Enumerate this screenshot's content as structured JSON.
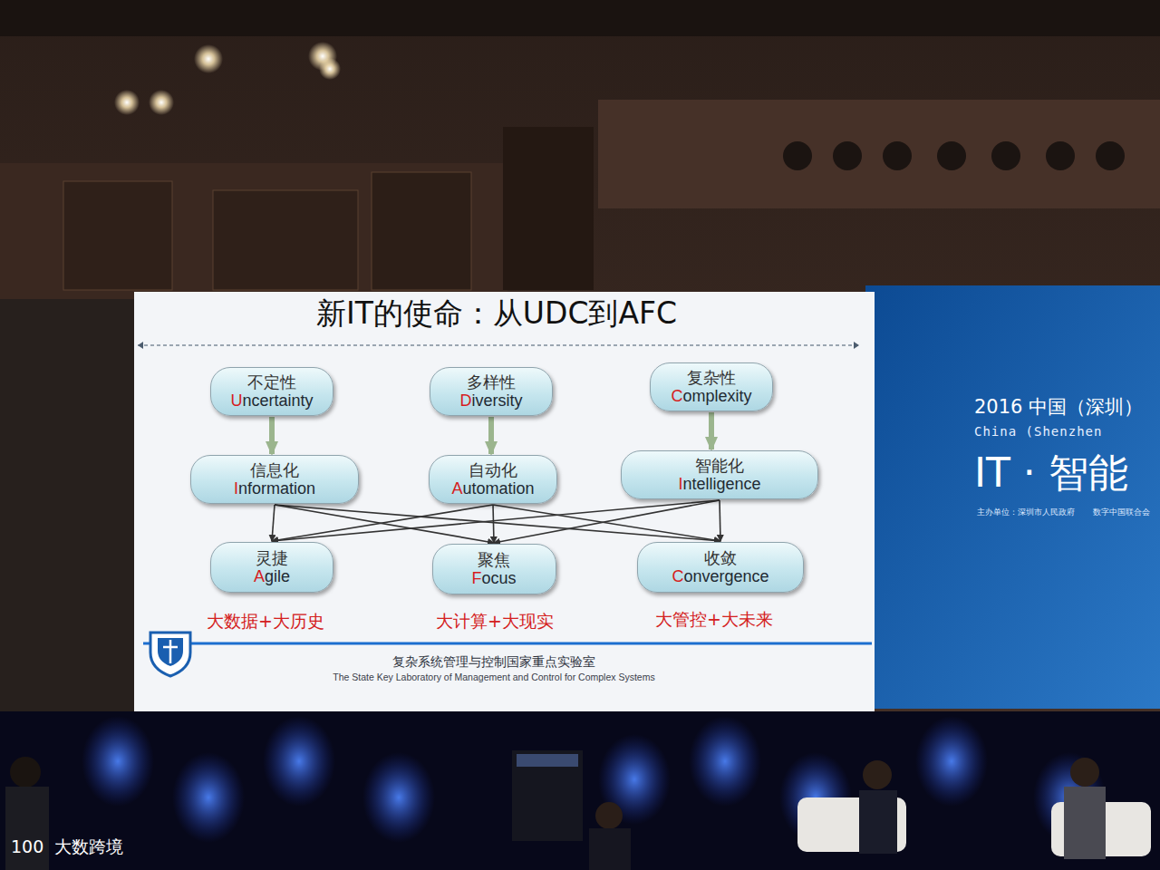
{
  "diagram": {
    "title": "新IT的使命：从UDC到AFC",
    "nodes": [
      {
        "text": [
          "不定性",
          "Uncertainty"
        ]
      },
      {
        "text": [
          "多样性",
          "Diversity"
        ]
      },
      {
        "text": [
          "复杂性",
          "Complexity"
        ]
      },
      {
        "text": [
          "信息化",
          "Information"
        ]
      },
      {
        "text": [
          "自动化",
          "Automation"
        ]
      },
      {
        "text": [
          "智能化",
          "Intelligence"
        ]
      },
      {
        "text": [
          "灵捷",
          "Agile"
        ]
      },
      {
        "text": [
          "聚焦",
          "Focus"
        ]
      },
      {
        "text": [
          "收敛",
          "Convergence"
        ]
      }
    ],
    "edges": [
      {
        "from": 0,
        "to": 3,
        "arrow": "to"
      },
      {
        "from": 1,
        "to": 4,
        "arrow": "to"
      },
      {
        "from": 2,
        "to": 5,
        "arrow": "to"
      },
      {
        "from": 3,
        "to": 6,
        "arrow": "to"
      },
      {
        "from": 3,
        "to": 7,
        "arrow": "to"
      },
      {
        "from": 3,
        "to": 8,
        "arrow": "to"
      },
      {
        "from": 4,
        "to": 6,
        "arrow": "to"
      },
      {
        "from": 4,
        "to": 7,
        "arrow": "to"
      },
      {
        "from": 4,
        "to": 8,
        "arrow": "to"
      },
      {
        "from": 5,
        "to": 6,
        "arrow": "to"
      },
      {
        "from": 5,
        "to": 7,
        "arrow": "to"
      },
      {
        "from": 5,
        "to": 8,
        "arrow": "to"
      }
    ],
    "labels": [
      "大数据+大历史",
      "大计算+大现实",
      "大管控+大未来",
      "复杂系统管理与控制国家重点实验室",
      "The State Key Laboratory of Management and Control for Complex Systems",
      "2016 中国（深圳）",
      "China (Shenzhen",
      "IT · 智能",
      "主办单位：深圳市人民政府",
      "数字中国联合会",
      "100",
      "大数跨境"
    ]
  }
}
